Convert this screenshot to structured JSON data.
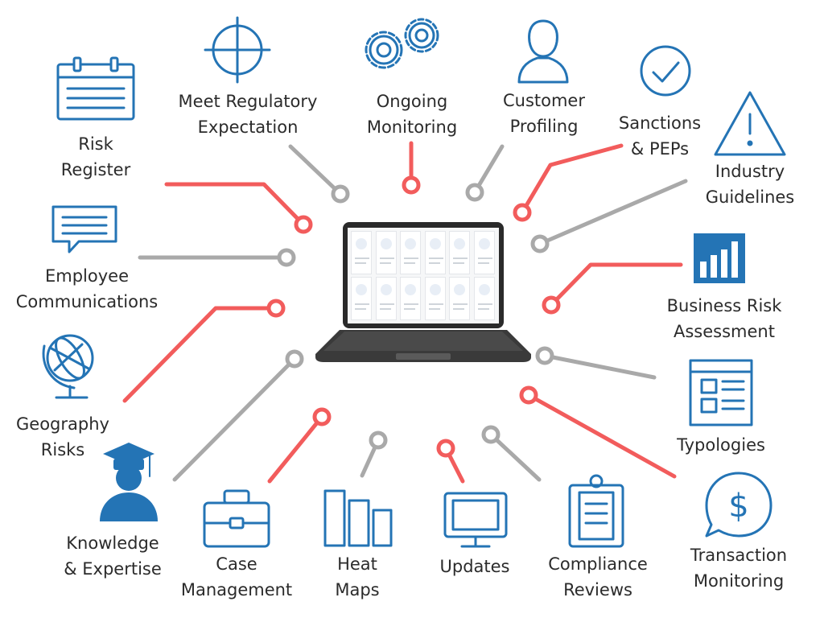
{
  "colors": {
    "primary": "#2474b5",
    "connector_red": "#f25c5c",
    "connector_gray": "#a9a9a9",
    "text": "#2b2b2b"
  },
  "center": {
    "device": "laptop-icon"
  },
  "topics": [
    {
      "id": "risk-register",
      "icon": "calendar-icon",
      "lines": [
        "Risk",
        "Register"
      ]
    },
    {
      "id": "meet-regulatory-expectation",
      "icon": "crosshair-icon",
      "lines": [
        "Meet Regulatory",
        "Expectation"
      ]
    },
    {
      "id": "ongoing-monitoring",
      "icon": "gears-icon",
      "lines": [
        "Ongoing",
        "Monitoring"
      ]
    },
    {
      "id": "customer-profiling",
      "icon": "user-icon",
      "lines": [
        "Customer",
        "Profiling"
      ]
    },
    {
      "id": "sanctions-peps",
      "icon": "check-circle-icon",
      "lines": [
        "Sanctions",
        "& PEPs"
      ]
    },
    {
      "id": "industry-guidelines",
      "icon": "warning-icon",
      "lines": [
        "Industry",
        "Guidelines"
      ]
    },
    {
      "id": "employee-communications",
      "icon": "chat-icon",
      "lines": [
        "Employee",
        "Communications"
      ]
    },
    {
      "id": "business-risk-assessment",
      "icon": "bar-chart-icon",
      "lines": [
        "Business Risk",
        "Assessment"
      ]
    },
    {
      "id": "geography-risks",
      "icon": "globe-icon",
      "lines": [
        "Geography",
        "Risks"
      ]
    },
    {
      "id": "typologies",
      "icon": "document-layout-icon",
      "lines": [
        "Typologies"
      ]
    },
    {
      "id": "knowledge-expertise",
      "icon": "graduate-icon",
      "lines": [
        "Knowledge",
        "& Expertise"
      ]
    },
    {
      "id": "case-management",
      "icon": "briefcase-icon",
      "lines": [
        "Case",
        "Management"
      ]
    },
    {
      "id": "heat-maps",
      "icon": "columns-icon",
      "lines": [
        "Heat",
        "Maps"
      ]
    },
    {
      "id": "updates",
      "icon": "monitor-icon",
      "lines": [
        "Updates"
      ]
    },
    {
      "id": "compliance-reviews",
      "icon": "clipboard-icon",
      "lines": [
        "Compliance",
        "Reviews"
      ]
    },
    {
      "id": "transaction-monitoring",
      "icon": "dollar-chat-icon",
      "lines": [
        "Transaction",
        "Monitoring"
      ]
    }
  ]
}
